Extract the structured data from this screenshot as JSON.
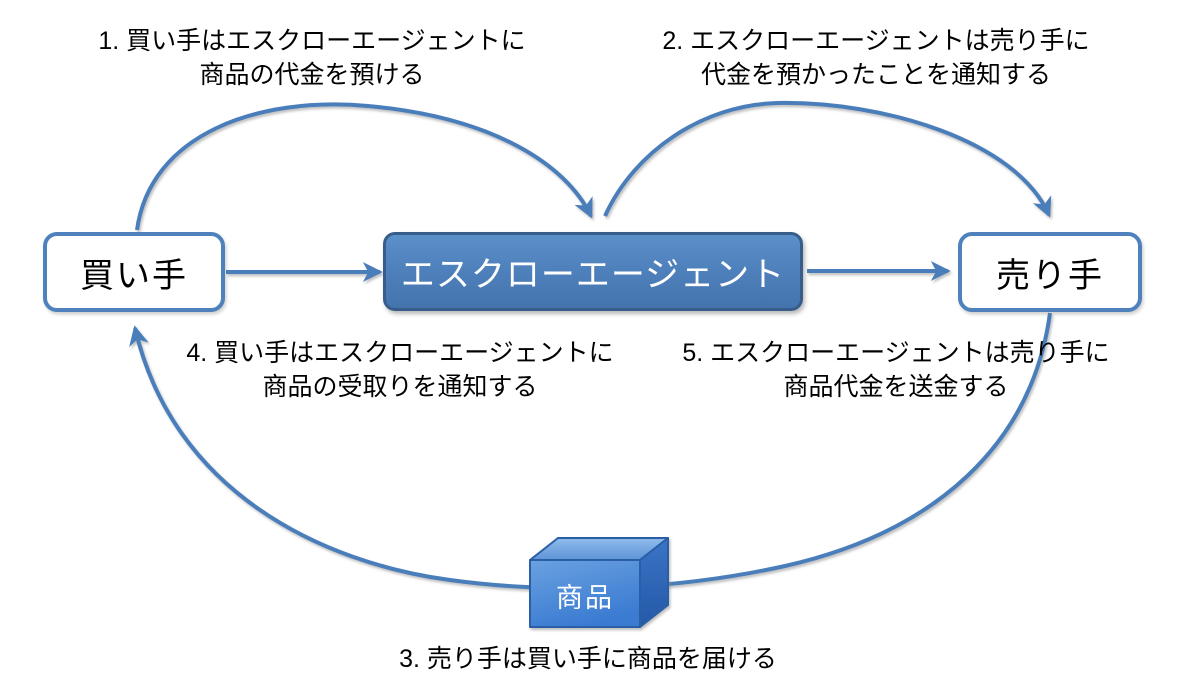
{
  "diagram": {
    "nodes": {
      "buyer": {
        "label": "買い手"
      },
      "escrow": {
        "label": "エスクローエージェント"
      },
      "seller": {
        "label": "売り手"
      },
      "goods": {
        "label": "商品"
      }
    },
    "steps": {
      "step1": {
        "line1": "1. 買い手はエスクローエージェントに",
        "line2": "商品の代金を預ける"
      },
      "step2": {
        "line1": "2. エスクローエージェントは売り手に",
        "line2": "代金を預かったことを通知する"
      },
      "step3": {
        "line1": "3. 売り手は買い手に商品を届ける"
      },
      "step4": {
        "line1": "4. 買い手はエスクローエージェントに",
        "line2": "商品の受取りを通知する"
      },
      "step5": {
        "line1": "5. エスクローエージェントは売り手に",
        "line2": "商品代金を送金する"
      }
    },
    "colors": {
      "line": "#4A7EBB",
      "node_border": "#4F81BD",
      "escrow_fill": "#4F81BD",
      "escrow_border": "#385D8A",
      "cube_front": "#4C8AD8",
      "cube_top": "#7EB0E8",
      "cube_side": "#2E6BBD",
      "text": "#000000"
    }
  }
}
